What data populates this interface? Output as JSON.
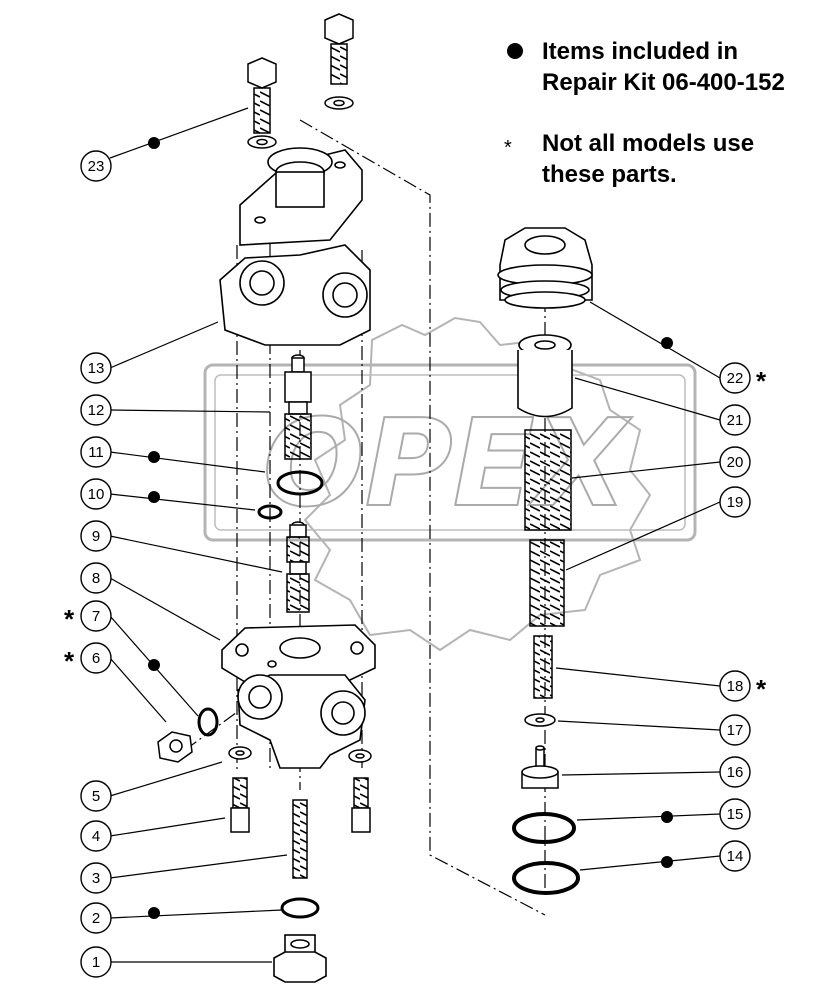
{
  "legend": {
    "bullet_line1": "Items included in",
    "bullet_line2": "Repair Kit 06-400-152",
    "asterisk_symbol": "*",
    "asterisk_line1": "Not all models use",
    "asterisk_line2": "these parts."
  },
  "watermark": {
    "text": "OPEX"
  },
  "callouts": [
    {
      "num": "1",
      "kit": false,
      "note": ""
    },
    {
      "num": "2",
      "kit": true,
      "note": ""
    },
    {
      "num": "3",
      "kit": false,
      "note": ""
    },
    {
      "num": "4",
      "kit": false,
      "note": ""
    },
    {
      "num": "5",
      "kit": false,
      "note": ""
    },
    {
      "num": "6",
      "kit": false,
      "note": "*"
    },
    {
      "num": "7",
      "kit": true,
      "note": "*"
    },
    {
      "num": "8",
      "kit": false,
      "note": ""
    },
    {
      "num": "9",
      "kit": false,
      "note": ""
    },
    {
      "num": "10",
      "kit": true,
      "note": ""
    },
    {
      "num": "11",
      "kit": true,
      "note": ""
    },
    {
      "num": "12",
      "kit": false,
      "note": ""
    },
    {
      "num": "13",
      "kit": false,
      "note": ""
    },
    {
      "num": "14",
      "kit": true,
      "note": ""
    },
    {
      "num": "15",
      "kit": true,
      "note": ""
    },
    {
      "num": "16",
      "kit": false,
      "note": ""
    },
    {
      "num": "17",
      "kit": false,
      "note": ""
    },
    {
      "num": "18",
      "kit": false,
      "note": "*"
    },
    {
      "num": "19",
      "kit": false,
      "note": ""
    },
    {
      "num": "20",
      "kit": false,
      "note": ""
    },
    {
      "num": "21",
      "kit": false,
      "note": ""
    },
    {
      "num": "22",
      "kit": true,
      "note": "*"
    },
    {
      "num": "23",
      "kit": true,
      "note": ""
    }
  ]
}
